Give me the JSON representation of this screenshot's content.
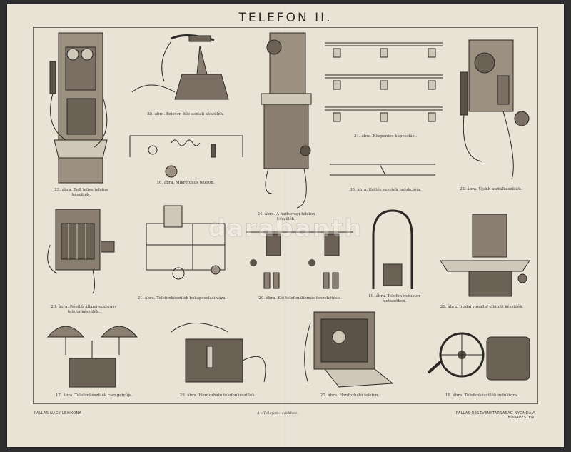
{
  "title": "TELEFON II.",
  "captions": {
    "c1": "23. ábra. Bell teljes telefon készülék.",
    "c2": "25. ábra. Ericson-féle asztali készülék.",
    "c3": "24. ábra. A hadseregi telefon készülék.",
    "c4": "31. ábra. Központos kapcsolási.",
    "c5": "22. ábra. Újabb asztalkészülék.",
    "c6": "16. ábra. Mikrofonos telefon.",
    "c7": "30. ábra. Kettős vezeték indukciója.",
    "c8": "20. ábra. Régibb állami szabvány telefonkészülék.",
    "c9": "21. ábra. Telefonkészülék bekapcsolási váza.",
    "c10": "29. ábra. Két telefonállomás összekötése.",
    "c11": "19. ábra. Telefon-induktor metszetben.",
    "c12": "26. ábra. Irodai vonallal ellátott készülék.",
    "c13": "17. ábra. Telefonkészülék csengetyűje.",
    "c14": "28. ábra. Hordozható telefonkészülék.",
    "c15": "27. ábra. Hordozható telefon.",
    "c16": "18. ábra. Telefonkészülék induktora."
  },
  "footer": {
    "left": "PALLAS NAGY LEXIKONA",
    "center": "A »Telefon« cikkhez.",
    "right": "PALLAS RÉSZVÉNYTÁRSASÁG NYOMDÁJA BUDAPESTEN."
  },
  "watermark": "darabanth",
  "colors": {
    "paper": "#e9e3d6",
    "ink": "#2b2825",
    "background": "#2f2f2f"
  }
}
